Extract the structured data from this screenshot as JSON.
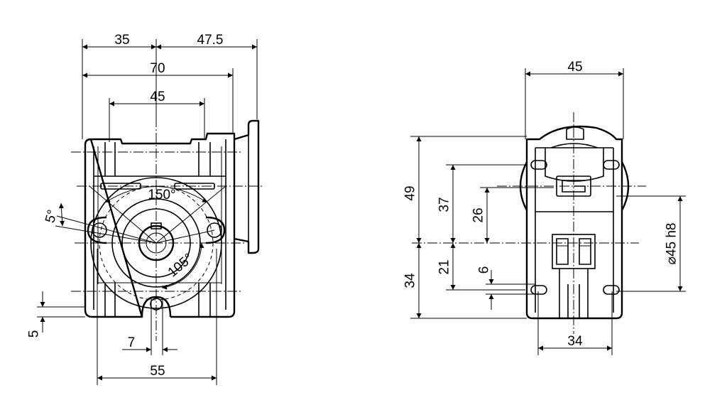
{
  "front_view": {
    "dim_35": "35",
    "dim_47_5": "47.5",
    "dim_70": "70",
    "dim_45": "45",
    "angle_150": "150°",
    "angle_5": "5°",
    "angle_105": "105°",
    "dim_5": "5",
    "dim_7": "7",
    "dim_55": "55"
  },
  "side_view": {
    "dim_45": "45",
    "dim_49": "49",
    "dim_37": "37",
    "dim_26": "26",
    "dim_21": "21",
    "dim_34_v": "34",
    "dim_6": "6",
    "dim_phi45": "⌀45 h8",
    "dim_34_h": "34"
  }
}
